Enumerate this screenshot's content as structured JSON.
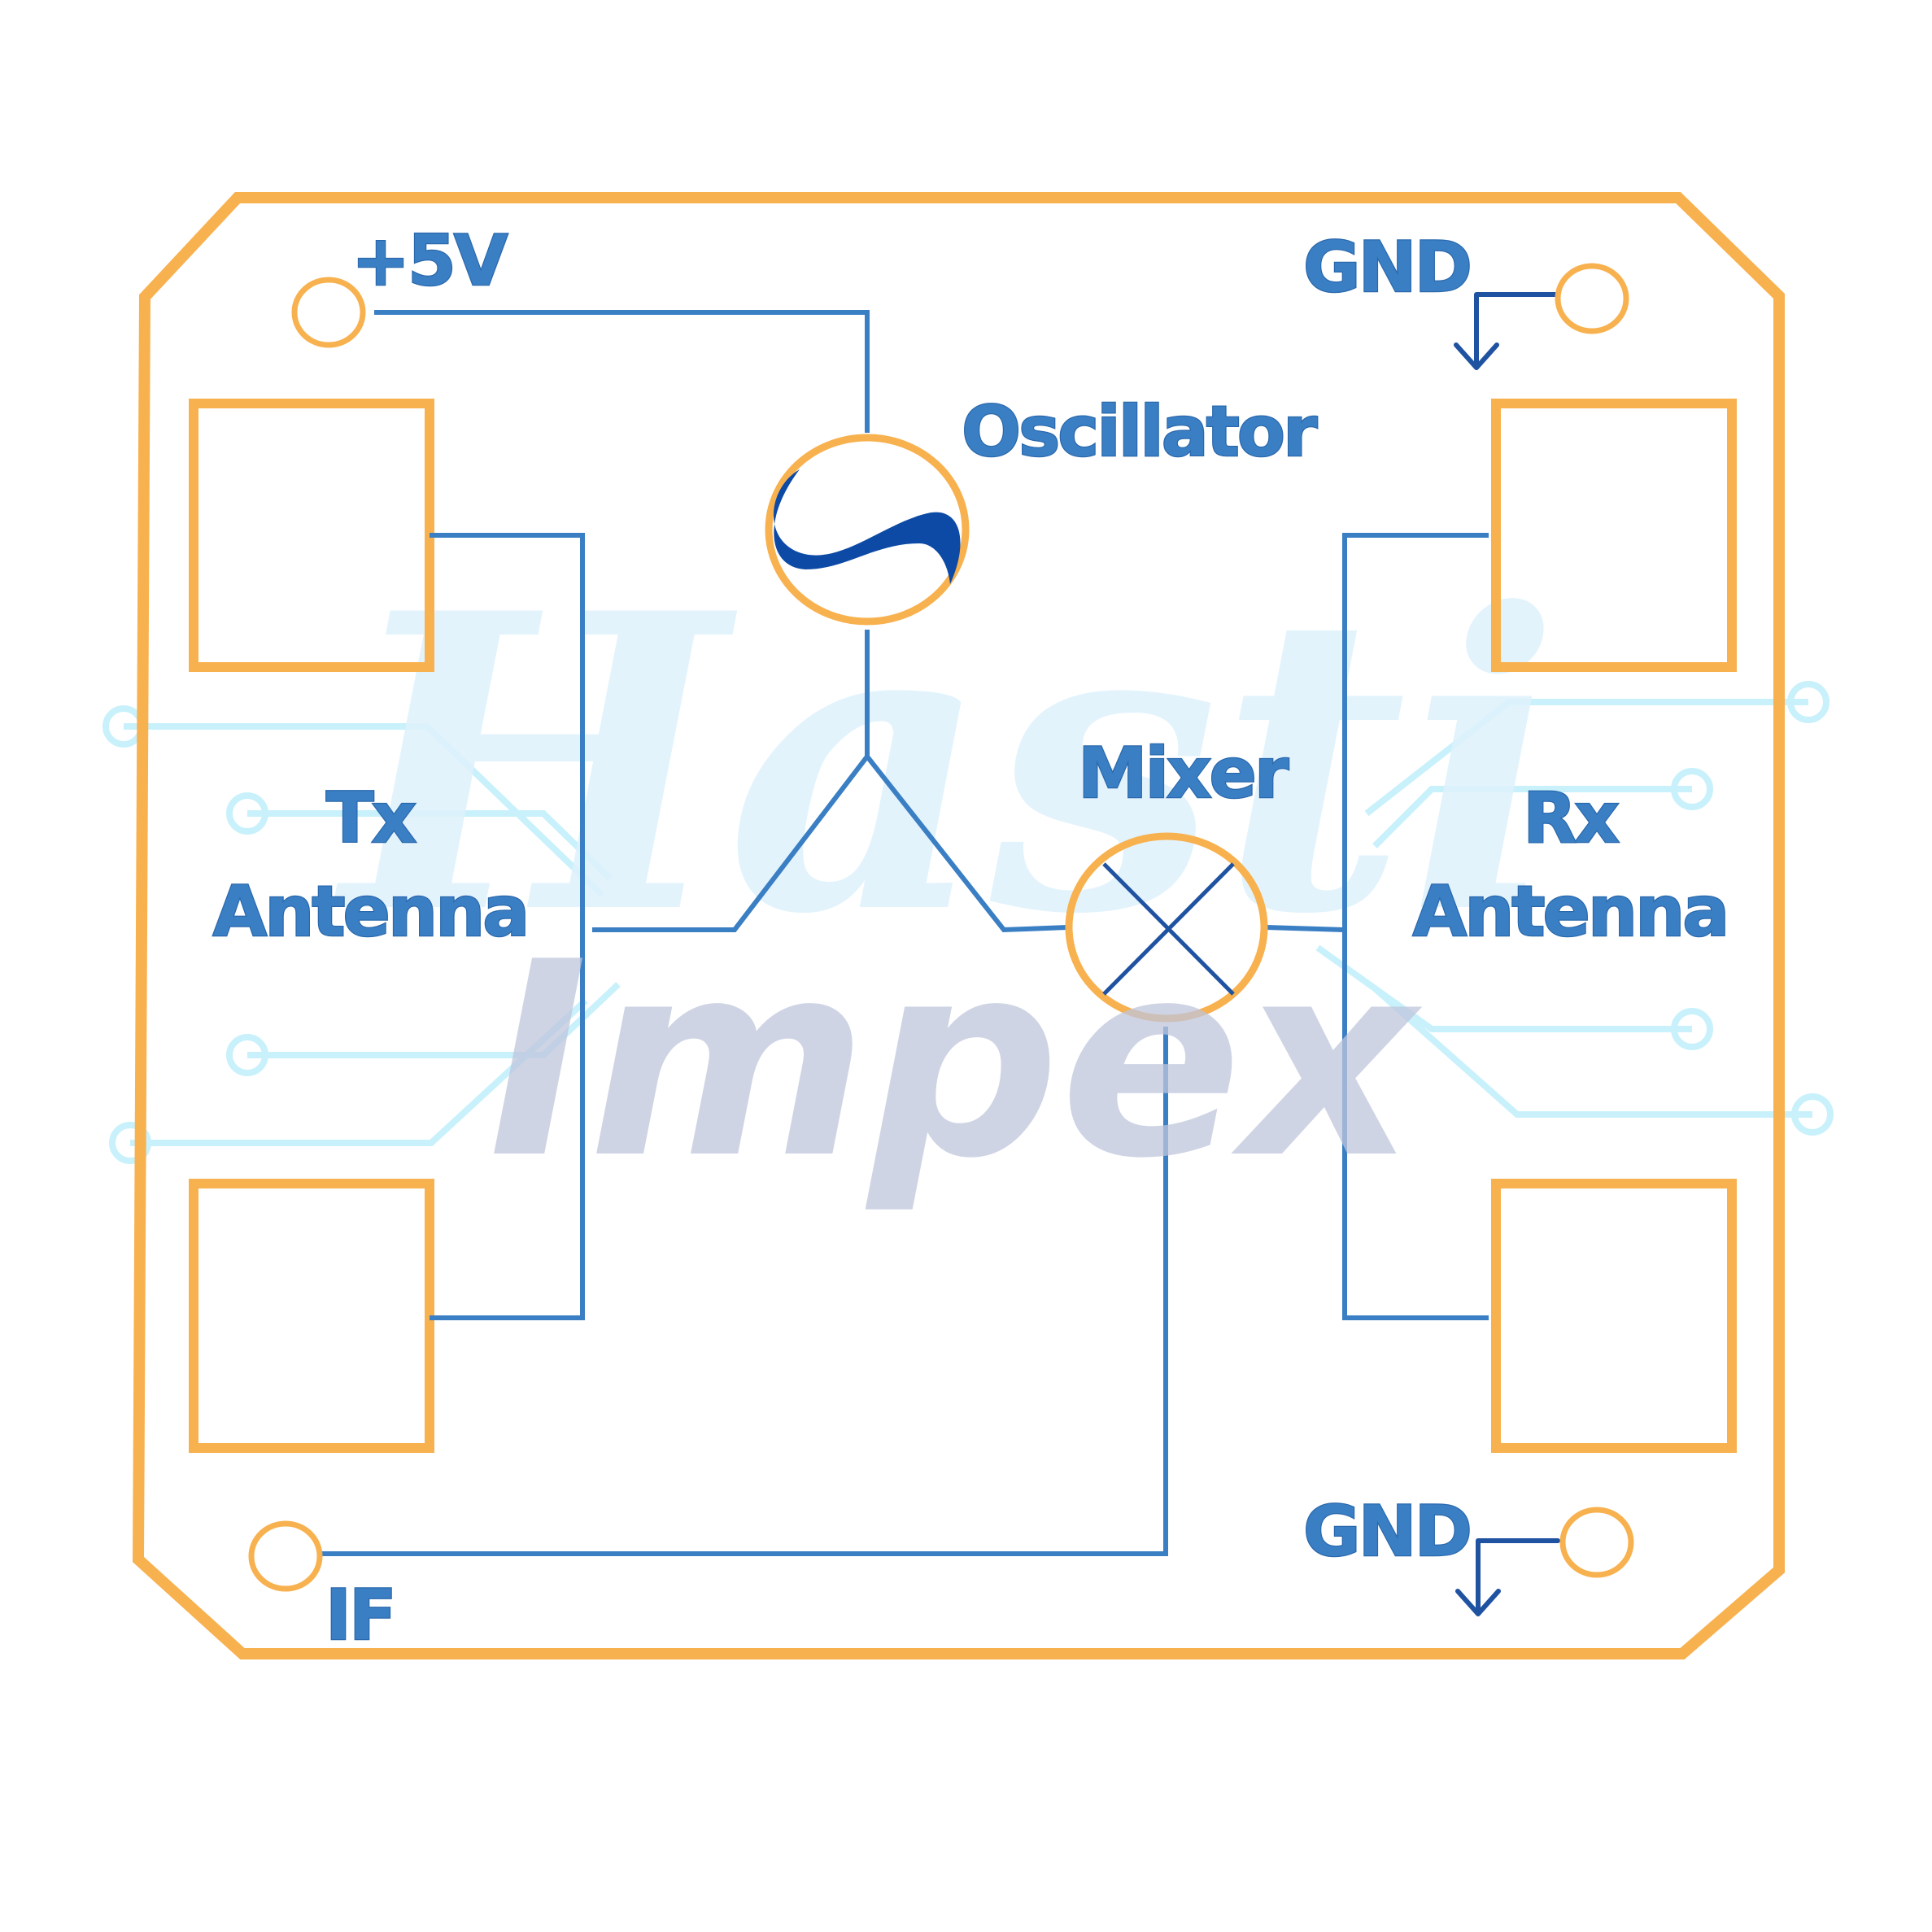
{
  "labels": {
    "power": "+5V",
    "gnd_top": "GND",
    "gnd_bottom": "GND",
    "oscillator": "Oscillator",
    "mixer": "Mixer",
    "tx_line1": "Tx",
    "tx_line2": "Antenna",
    "rx_line1": "Rx",
    "rx_line2": "Antenna",
    "if_out": "IF"
  },
  "watermark": {
    "line1": "Hasti",
    "line2": "Impex"
  },
  "colors": {
    "board_outline": "#f8b14f",
    "trace": "#3a7fc4",
    "label": "#3a7fc4",
    "oscillator_wave": "#0c4aa6",
    "gnd_symbol": "#1f52a1",
    "watermark_circuit": "#c8f1fb"
  },
  "icons": {
    "oscillator": "sine-wave-icon",
    "mixer": "x-circle-icon",
    "ground": "ground-arrow-icon",
    "pad": "ring-pad-icon"
  }
}
